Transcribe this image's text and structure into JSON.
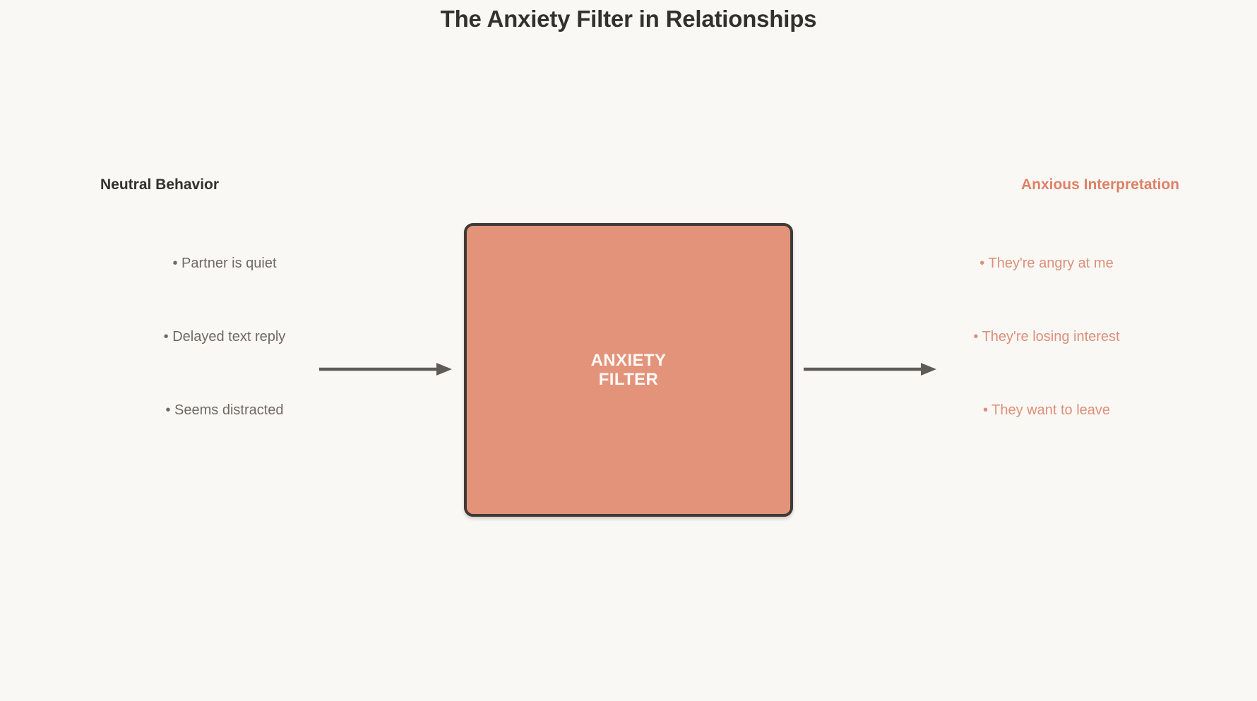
{
  "page": {
    "title": "The Anxiety Filter in Relationships",
    "background_color": "#faf8f4"
  },
  "diagram": {
    "type": "flow",
    "left_column": {
      "heading": "Neutral Behavior",
      "heading_color": "#33312e",
      "text_color": "#6d6a64",
      "items": [
        "• Partner is quiet",
        "• Delayed text reply",
        "• Seems distracted"
      ]
    },
    "center_node": {
      "line1": "ANXIETY",
      "line2": "FILTER",
      "fill_color": "#e4937b",
      "border_color": "#403b37",
      "text_color": "#fdfaf6"
    },
    "right_column": {
      "heading": "Anxious Interpretation",
      "heading_color": "#dd8068",
      "text_color": "#dd8f79",
      "items": [
        "• They're angry at me",
        "• They're losing interest",
        "• They want to leave"
      ]
    },
    "arrows": {
      "color": "#5f5c57",
      "left_label": "input-arrow",
      "right_label": "output-arrow"
    }
  }
}
